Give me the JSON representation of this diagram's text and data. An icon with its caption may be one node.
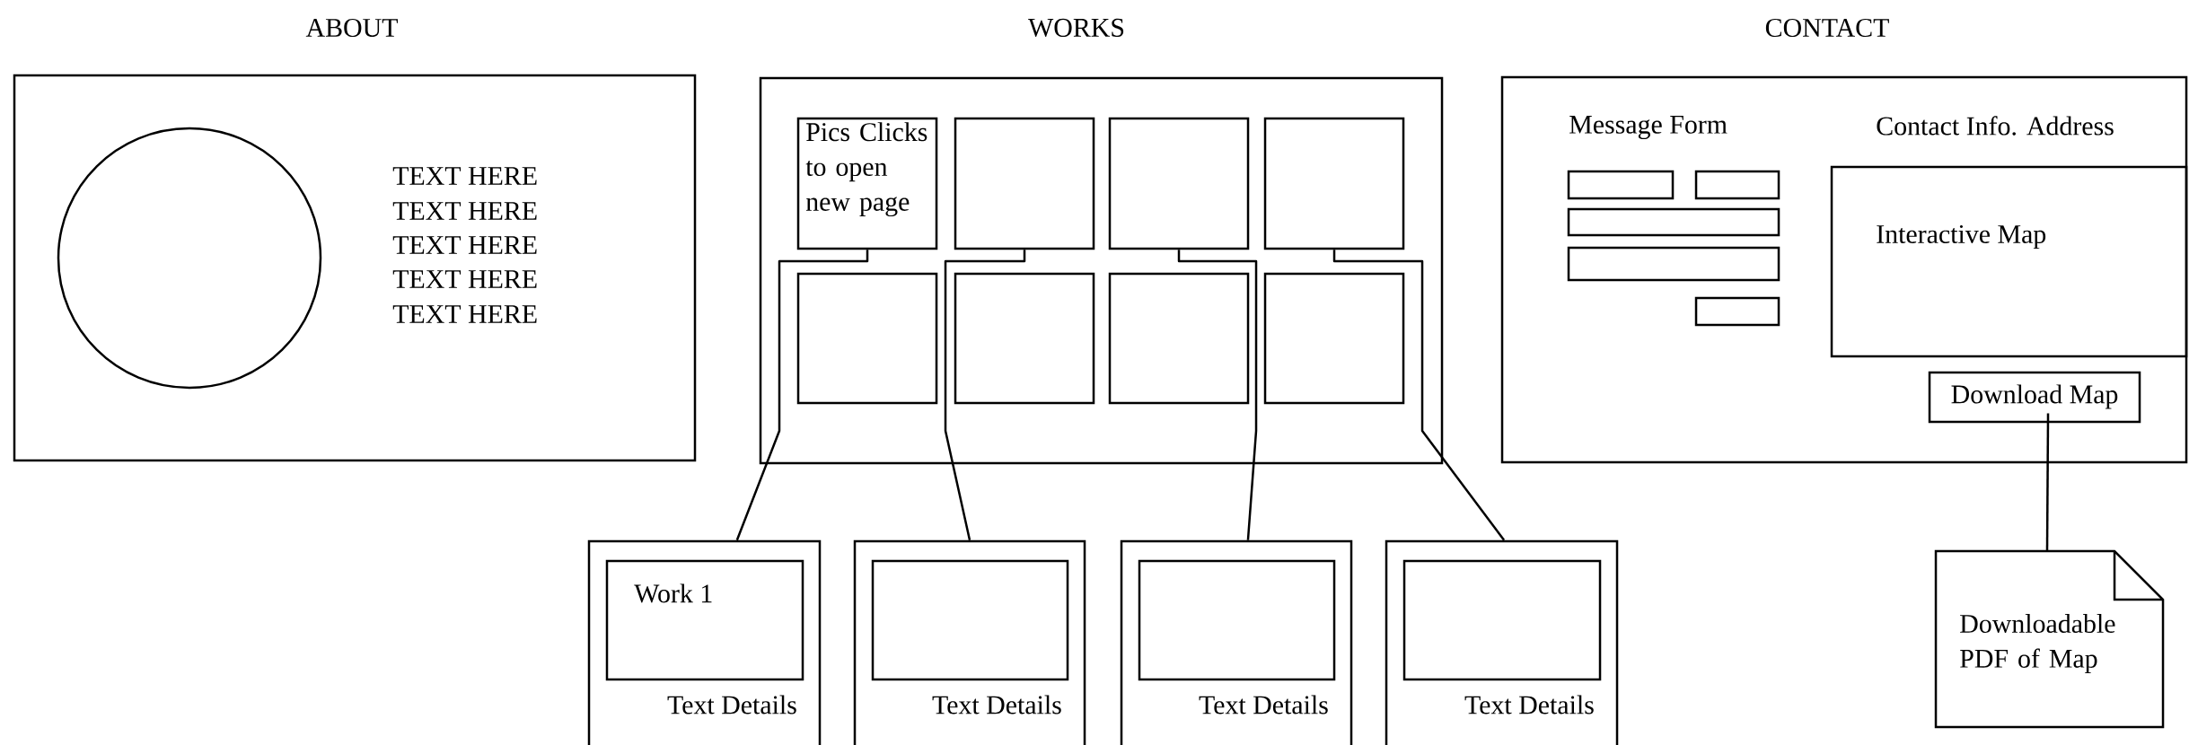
{
  "diagram": {
    "nodes": [
      {
        "text": [
          "ABOUT",
          "TEXT HERE",
          "TEXT HERE",
          "TEXT HERE",
          "TEXT HERE",
          "TEXT HERE"
        ]
      },
      {
        "text": [],
        "shape": "circle",
        "in": 0
      },
      {
        "text": [
          "WORKS"
        ]
      },
      {
        "text": [
          "Pics Clicks to open new page"
        ],
        "in": 2
      },
      {
        "text": [],
        "shape": "box",
        "in": 2
      },
      {
        "text": [],
        "shape": "box",
        "in": 2
      },
      {
        "text": [],
        "shape": "box",
        "in": 2
      },
      {
        "text": [],
        "shape": "box",
        "in": 2
      },
      {
        "text": [],
        "shape": "box",
        "in": 2
      },
      {
        "text": [],
        "shape": "box",
        "in": 2
      },
      {
        "text": [],
        "shape": "box",
        "in": 2
      },
      {
        "text": [
          "CONTACT",
          "Message Form",
          "Contact Info. Address"
        ]
      },
      {
        "text": [],
        "shape": "box",
        "in": 11
      },
      {
        "text": [],
        "shape": "box",
        "in": 11
      },
      {
        "text": [],
        "shape": "box",
        "in": 11
      },
      {
        "text": [],
        "shape": "box",
        "in": 11
      },
      {
        "text": [],
        "shape": "box",
        "in": 11
      },
      {
        "text": [
          "Interactive Map"
        ],
        "in": 11
      },
      {
        "text": [
          "Download Map"
        ],
        "in": 11
      },
      {
        "text": [
          "Text Details"
        ]
      },
      {
        "text": [
          "Work 1"
        ],
        "in": 19
      },
      {
        "text": [
          "Text Details"
        ]
      },
      {
        "text": [],
        "shape": "box",
        "in": 21
      },
      {
        "text": [
          "Text Details"
        ]
      },
      {
        "text": [],
        "shape": "box",
        "in": 23
      },
      {
        "text": [
          "Text Details"
        ]
      },
      {
        "text": [],
        "shape": "box",
        "in": 25
      },
      {
        "text": [
          "Downloadable PDF of Map"
        ]
      }
    ],
    "edges": [
      {
        "from": 3,
        "to": 19,
        "arrow": "none"
      },
      {
        "from": 4,
        "to": 21,
        "arrow": "none"
      },
      {
        "from": 5,
        "to": 23,
        "arrow": "none"
      },
      {
        "from": 6,
        "to": 25,
        "arrow": "none"
      },
      {
        "from": 18,
        "to": 27,
        "arrow": "none"
      }
    ]
  }
}
